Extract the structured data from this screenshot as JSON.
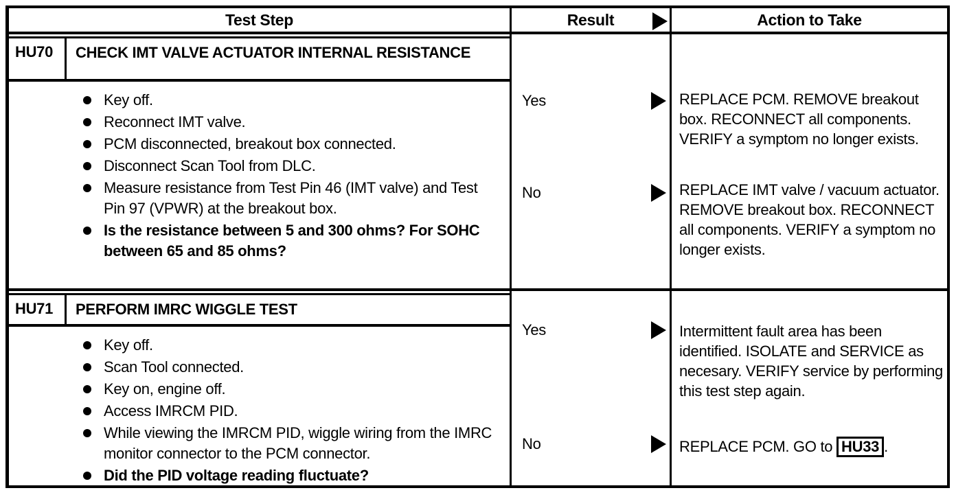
{
  "table": {
    "header": {
      "test_step": "Test Step",
      "result": "Result",
      "action": "Action to Take"
    },
    "rows": [
      {
        "code": "HU70",
        "title": "CHECK IMT VALVE ACTUATOR INTERNAL RESISTANCE",
        "steps": [
          {
            "text": "Key off."
          },
          {
            "text": "Reconnect IMT valve."
          },
          {
            "text": "PCM disconnected, breakout box connected."
          },
          {
            "text": "Disconnect Scan Tool from DLC."
          },
          {
            "text": "Measure resistance from Test Pin 46 (IMT valve) and Test Pin 97 (VPWR) at the breakout box."
          },
          {
            "text": "Is the resistance between 5 and 300 ohms? For SOHC between 65 and 85 ohms?"
          }
        ],
        "results": [
          {
            "label": "Yes",
            "action": "REPLACE PCM. REMOVE breakout box. RECONNECT all components. VERIFY a symptom no longer exists."
          },
          {
            "label": "No",
            "action": "REPLACE IMT valve / vacuum actuator. REMOVE breakout box. RECONNECT all components. VERIFY a symptom no longer exists."
          }
        ]
      },
      {
        "code": "HU71",
        "title": "PERFORM IMRC WIGGLE TEST",
        "steps": [
          {
            "text": "Key off."
          },
          {
            "text": "Scan Tool connected."
          },
          {
            "text": "Key on, engine off."
          },
          {
            "text": "Access IMRCM PID."
          },
          {
            "text": "While viewing the IMRCM PID, wiggle wiring from the IMRC monitor connector to the PCM connector."
          },
          {
            "text": "Did the PID voltage reading fluctuate?"
          }
        ],
        "results": [
          {
            "label": "Yes",
            "action": "Intermittent fault area has been identified. ISOLATE and SERVICE as necesary. VERIFY service by performing this test step again."
          },
          {
            "label": "No",
            "action_prefix": "REPLACE PCM. GO to ",
            "action_ref": "HU33",
            "action_suffix": "."
          }
        ]
      }
    ]
  },
  "colors": {
    "ink": "#000000",
    "paper": "#ffffff"
  }
}
